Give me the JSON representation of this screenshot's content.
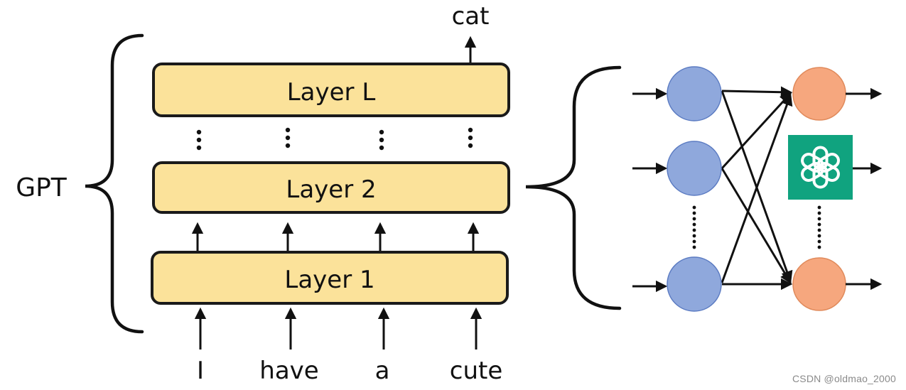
{
  "left_group": {
    "label": "GPT",
    "output_token": "cat",
    "layers": [
      {
        "label": "Layer L"
      },
      {
        "label": "Layer 2"
      },
      {
        "label": "Layer 1"
      }
    ],
    "input_tokens": [
      "I",
      "have",
      "a",
      "cute"
    ]
  },
  "neural_net": {
    "logo_icon": "openai-logo-icon"
  },
  "colors": {
    "layer_fill": "#FBE29A",
    "layer_stroke": "#1A1A1A",
    "input_node_fill": "#8FA8DC",
    "input_node_stroke": "#5B7BC2",
    "output_node_fill": "#F6A77E",
    "output_node_stroke": "#E08A5B",
    "logo_bg": "#10A37F"
  },
  "watermark": "CSDN @oldmao_2000"
}
